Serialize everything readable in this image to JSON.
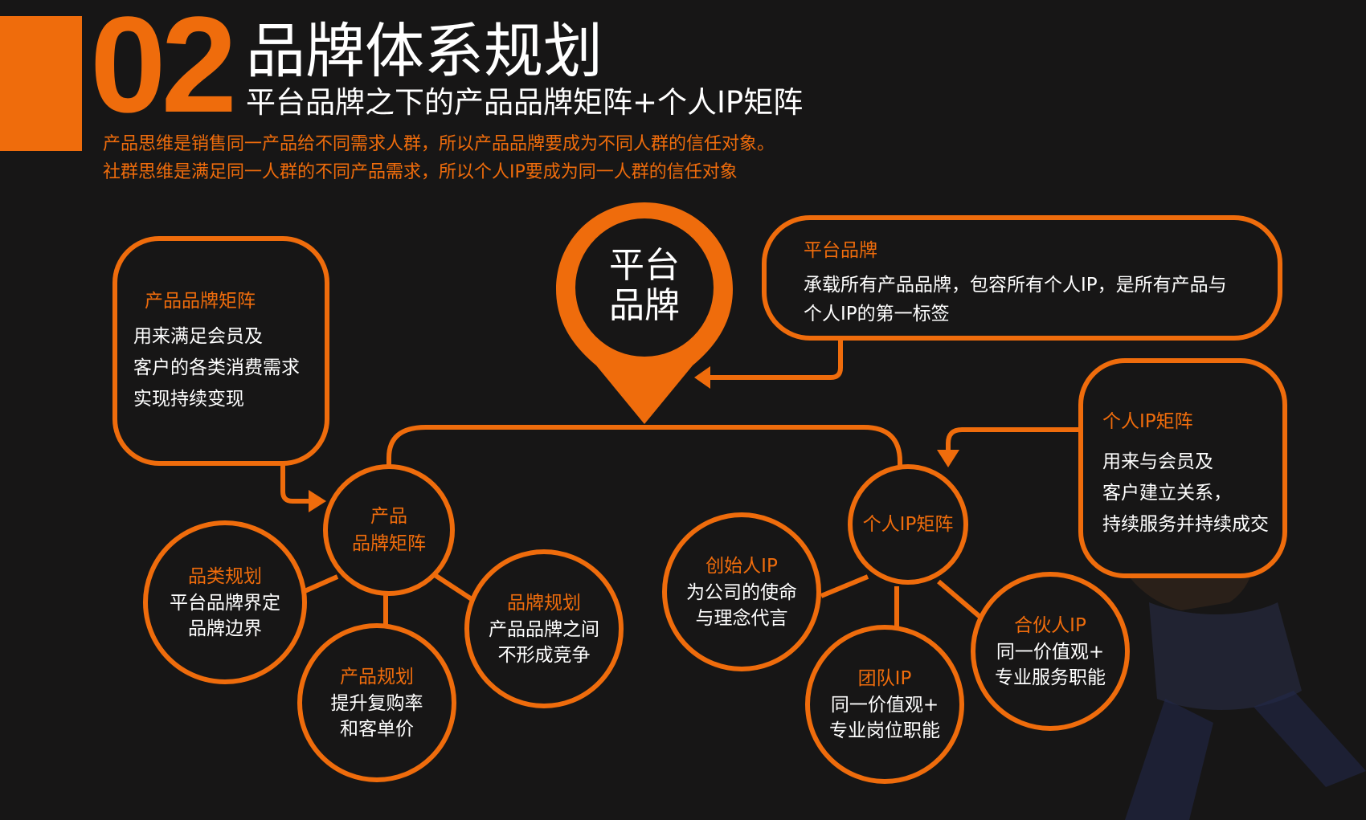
{
  "header": {
    "number": "02",
    "title": "品牌体系规划",
    "subtitle": "平台品牌之下的产品品牌矩阵+个人IP矩阵",
    "desc_line1": "产品思维是销售同一产品给不同需求人群，所以产品品牌要成为不同人群的信任对象。",
    "desc_line2": "社群思维是满足同一人群的不同产品需求，所以个人IP要成为同一人群的信任对象"
  },
  "pin": {
    "line1": "平台",
    "line2": "品牌"
  },
  "platform_box": {
    "title": "平台品牌",
    "line1": "承载所有产品品牌，包容所有个人IP，是所有产品与",
    "line2": "个人IP的第一标签"
  },
  "product_box": {
    "title": "产品品牌矩阵",
    "line1": "用来满足会员及",
    "line2": "客户的各类消费需求",
    "line3": "实现持续变现"
  },
  "ip_box": {
    "title": "个人IP矩阵",
    "line1": "用来与会员及",
    "line2": "客户建立关系，",
    "line3": "持续服务并持续成交"
  },
  "product_hub": {
    "line1": "产品",
    "line2": "品牌矩阵"
  },
  "ip_hub": {
    "label": "个人IP矩阵"
  },
  "product_nodes": [
    {
      "title": "品类规划",
      "line1": "平台品牌界定",
      "line2": "品牌边界"
    },
    {
      "title": "产品规划",
      "line1": "提升复购率",
      "line2": "和客单价"
    },
    {
      "title": "品牌规划",
      "line1": "产品品牌之间",
      "line2": "不形成竞争"
    }
  ],
  "ip_nodes": [
    {
      "title": "创始人IP",
      "line1": "为公司的使命",
      "line2": "与理念代言"
    },
    {
      "title": "团队IP",
      "line1": "同一价值观+",
      "line2": "专业岗位职能"
    },
    {
      "title": "合伙人IP",
      "line1": "同一价值观+",
      "line2": "专业服务职能"
    }
  ],
  "colors": {
    "accent": "#ef6c0c",
    "background": "#171616",
    "text": "#ffffff"
  }
}
